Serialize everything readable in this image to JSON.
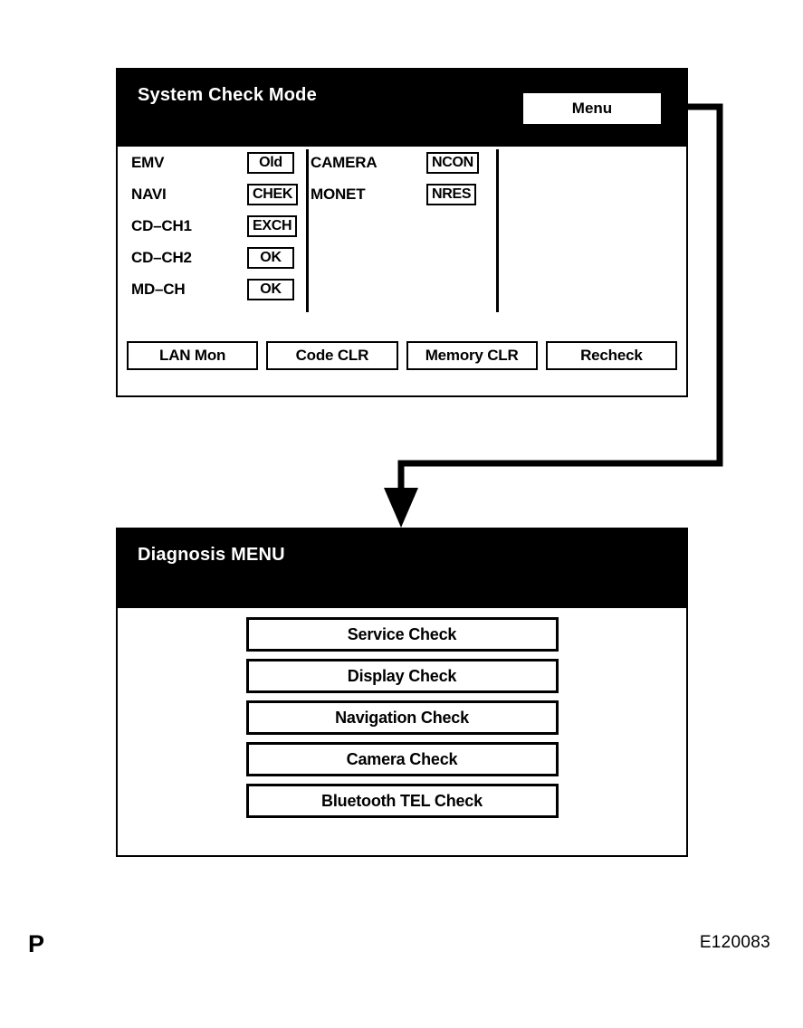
{
  "figure": {
    "page_marker": "P",
    "figure_id": "E120083"
  },
  "system_check_screen": {
    "title": "System Check Mode",
    "menu_button_label": "Menu",
    "status_columns": [
      {
        "rows": [
          {
            "label": "EMV",
            "status": "Old"
          },
          {
            "label": "NAVI",
            "status": "CHEK"
          },
          {
            "label": "CD–CH1",
            "status": "EXCH"
          },
          {
            "label": "CD–CH2",
            "status": "OK"
          },
          {
            "label": "MD–CH",
            "status": "OK"
          }
        ]
      },
      {
        "rows": [
          {
            "label": "CAMERA",
            "status": "NCON"
          },
          {
            "label": "MONET",
            "status": "NRES"
          }
        ]
      }
    ],
    "action_buttons": [
      {
        "label": "LAN Mon"
      },
      {
        "label": "Code CLR"
      },
      {
        "label": "Memory CLR"
      },
      {
        "label": "Recheck"
      }
    ]
  },
  "diagnosis_menu_screen": {
    "title": "Diagnosis MENU",
    "menu_items": [
      {
        "label": "Service Check"
      },
      {
        "label": "Display Check"
      },
      {
        "label": "Navigation Check"
      },
      {
        "label": "Camera Check"
      },
      {
        "label": "Bluetooth TEL Check"
      }
    ]
  },
  "colors": {
    "screen_background": "#000000",
    "content_background": "#ffffff",
    "outline": "#000000"
  }
}
